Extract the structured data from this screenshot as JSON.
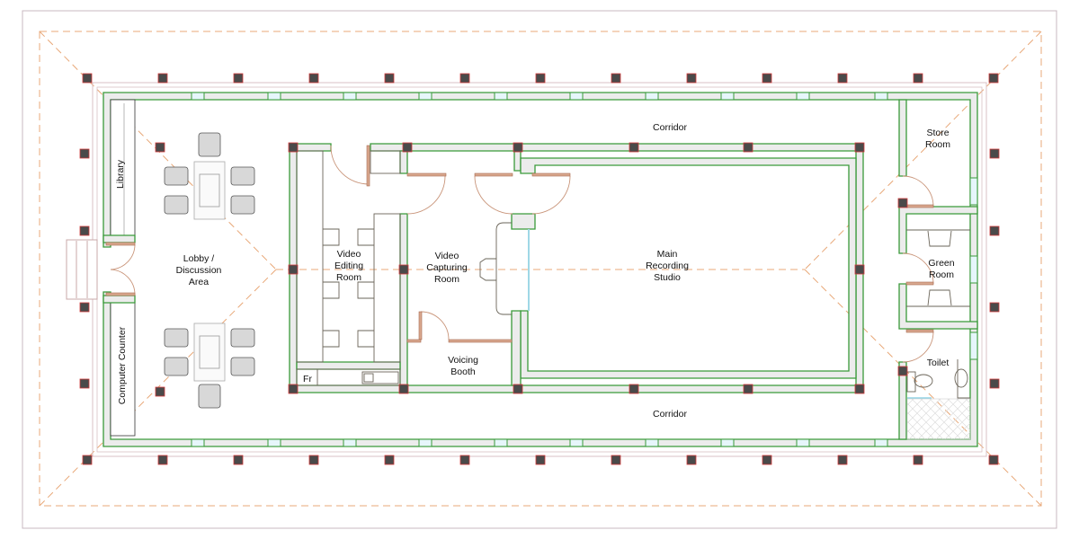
{
  "plan": {
    "rooms": {
      "corridor_top": "Corridor",
      "corridor_bottom": "Corridor",
      "library": "Library",
      "computer_counter": "Computer Counter",
      "lobby": [
        "Lobby /",
        "Discussion",
        "Area"
      ],
      "video_editing": [
        "Video",
        "Editing",
        "Room"
      ],
      "video_capturing": [
        "Video",
        "Capturing",
        "Room"
      ],
      "voicing_booth": [
        "Voicing",
        "Booth"
      ],
      "main_studio": [
        "Main",
        "Recording",
        "Studio"
      ],
      "store_room": [
        "Store",
        "Room"
      ],
      "green_room": [
        "Green",
        "Room"
      ],
      "toilet": "Toilet",
      "fridge": "Fr"
    },
    "colors": {
      "wall": "#3a9a3a",
      "column": "#4a4a4a",
      "roof_line": "#e8a878",
      "door": "#c9957a"
    }
  }
}
